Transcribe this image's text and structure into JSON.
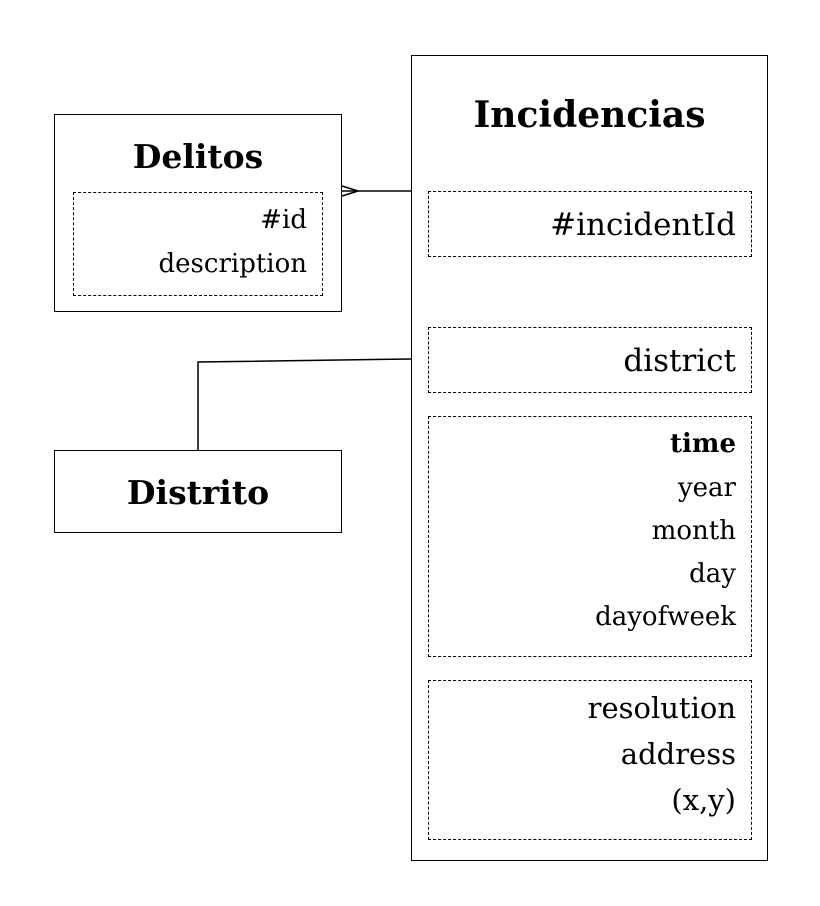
{
  "entities": {
    "delitos": {
      "title": "Delitos",
      "attributes": [
        "#id",
        "description"
      ]
    },
    "distrito": {
      "title": "Distrito"
    },
    "incidencias": {
      "title": "Incidencias",
      "groups": {
        "key": [
          "#incidentId"
        ],
        "location": [
          "district"
        ],
        "time": {
          "header": "time",
          "fields": [
            "year",
            "month",
            "day",
            "dayofweek"
          ]
        },
        "details": [
          "resolution",
          "address",
          "(x,y)"
        ]
      }
    }
  },
  "relationships": [
    {
      "from": "Delitos",
      "to": "Incidencias",
      "notation": "crow-foot-at-delitos"
    },
    {
      "from": "Distrito",
      "to": "Incidencias",
      "notation": "plain-line"
    }
  ]
}
